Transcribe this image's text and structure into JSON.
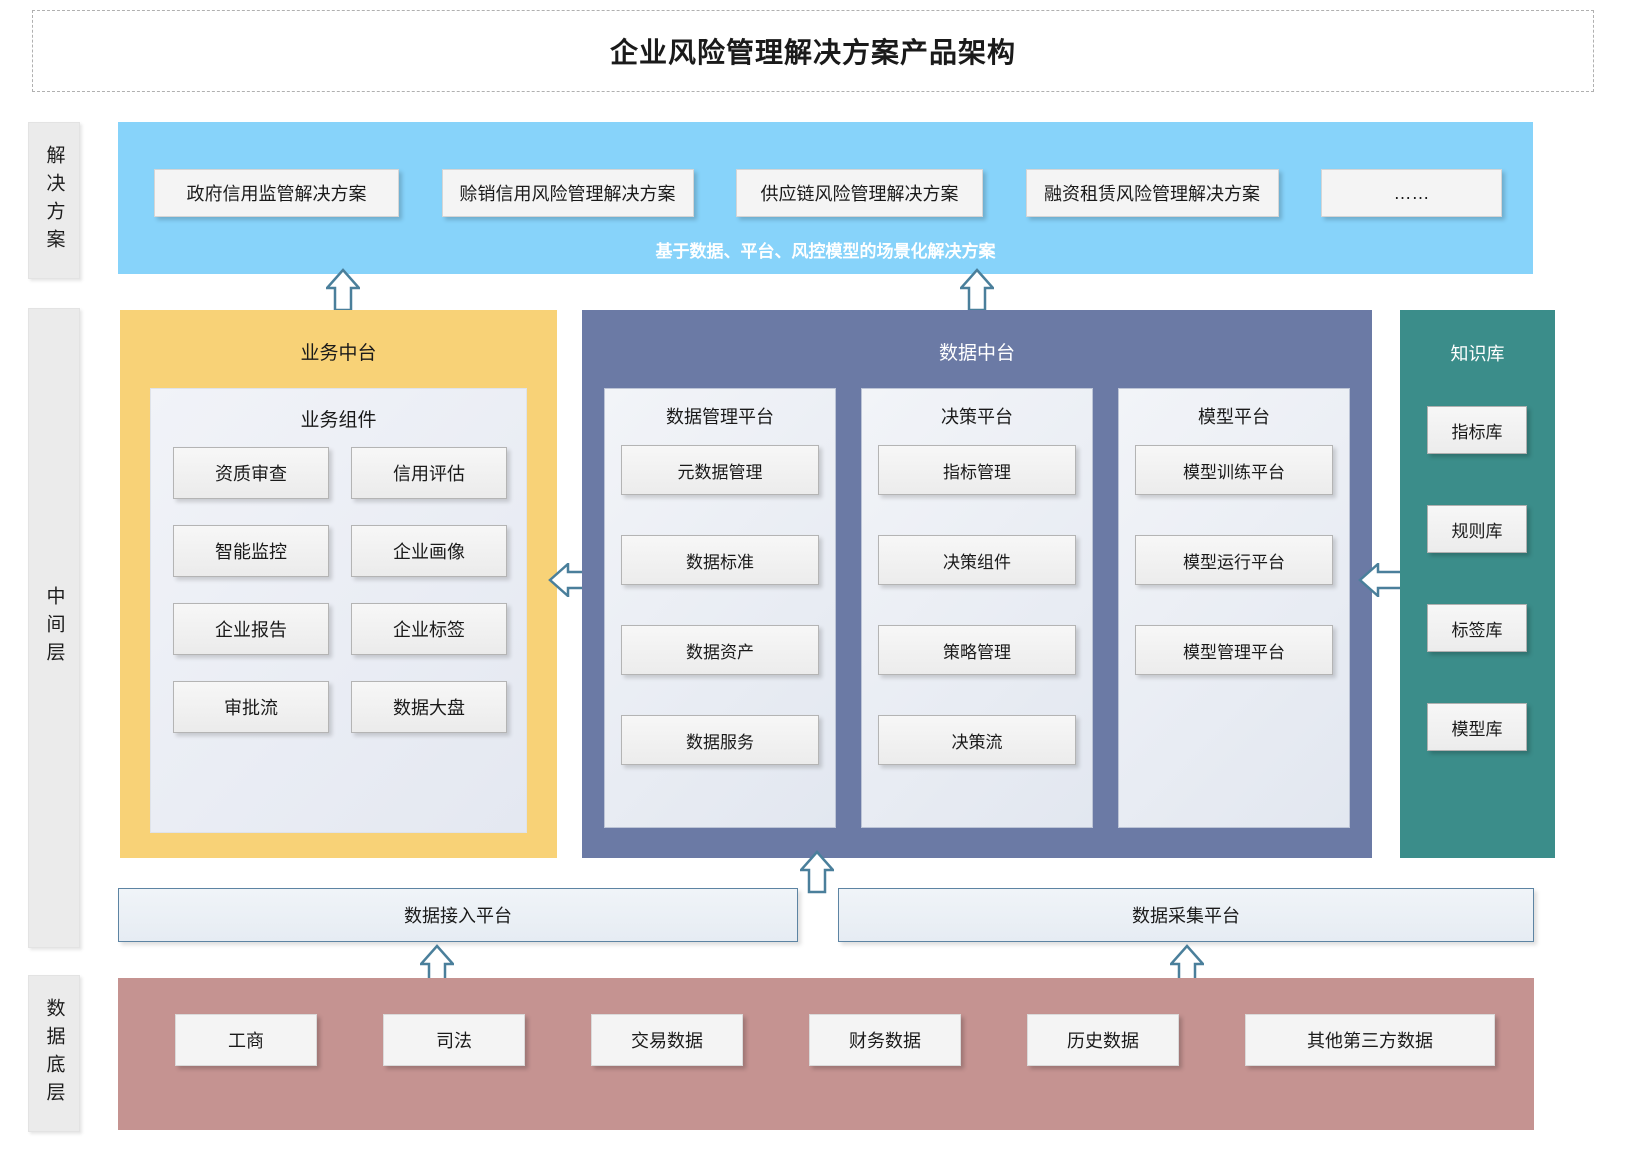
{
  "title": "企业风险管理解决方案产品架构",
  "layer_labels": {
    "solution": "解决方案",
    "middle": "中间层",
    "bottom": "数据底层"
  },
  "solution_layer": {
    "cards": [
      "政府信用监管解决方案",
      "赊销信用风险管理解决方案",
      "供应链风险管理解决方案",
      "融资租赁风险管理解决方案",
      "……"
    ],
    "caption": "基于数据、平台、风控模型的场景化解决方案",
    "band_color": "#87d3fa"
  },
  "business_center": {
    "title": "业务中台",
    "inner_title": "业务组件",
    "components": [
      "资质审查",
      "信用评估",
      "智能监控",
      "企业画像",
      "企业报告",
      "企业标签",
      "审批流",
      "数据大盘"
    ],
    "color": "#f8d277"
  },
  "data_center": {
    "title": "数据中台",
    "color": "#6b7aa5",
    "platforms": [
      {
        "title": "数据管理平台",
        "items": [
          "元数据管理",
          "数据标准",
          "数据资产",
          "数据服务"
        ]
      },
      {
        "title": "决策平台",
        "items": [
          "指标管理",
          "决策组件",
          "策略管理",
          "决策流"
        ]
      },
      {
        "title": "模型平台",
        "items": [
          "模型训练平台",
          "模型运行平台",
          "模型管理平台"
        ]
      }
    ]
  },
  "knowledge_base": {
    "title": "知识库",
    "color": "#3b8d8a",
    "items": [
      "指标库",
      "规则库",
      "标签库",
      "模型库"
    ]
  },
  "platform_bars": {
    "access": "数据接入平台",
    "collect": "数据采集平台"
  },
  "data_layer": {
    "color": "#c59391",
    "sources": [
      "工商",
      "司法",
      "交易数据",
      "财务数据",
      "历史数据",
      "其他第三方数据"
    ]
  },
  "arrow_color": "#4a7f9b"
}
